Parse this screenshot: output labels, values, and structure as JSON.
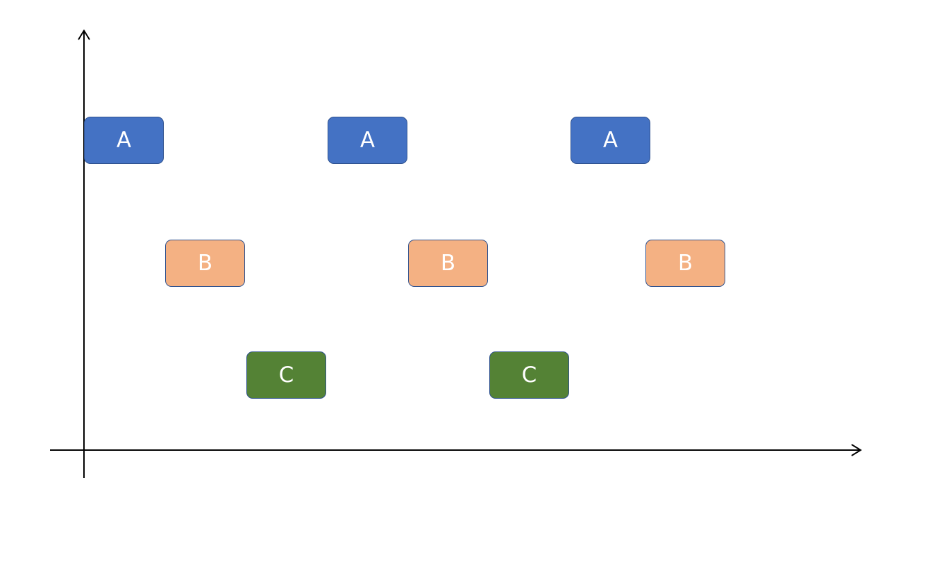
{
  "axes": {
    "x_axis": "horizontal-arrow-axis",
    "y_axis": "vertical-arrow-axis",
    "color": "#000000"
  },
  "box_style": {
    "border_color": "#2F528F",
    "text_color": "#FFFFFF"
  },
  "rows": [
    {
      "label": "A",
      "fill": "#4472C4",
      "count": 3
    },
    {
      "label": "B",
      "fill": "#F4B183",
      "count": 3
    },
    {
      "label": "C",
      "fill": "#548235",
      "count": 2
    }
  ],
  "boxes": [
    {
      "label": "A",
      "fill": "#4472C4"
    },
    {
      "label": "A",
      "fill": "#4472C4"
    },
    {
      "label": "A",
      "fill": "#4472C4"
    },
    {
      "label": "B",
      "fill": "#F4B183"
    },
    {
      "label": "B",
      "fill": "#F4B183"
    },
    {
      "label": "B",
      "fill": "#F4B183"
    },
    {
      "label": "C",
      "fill": "#548235"
    },
    {
      "label": "C",
      "fill": "#548235"
    }
  ]
}
